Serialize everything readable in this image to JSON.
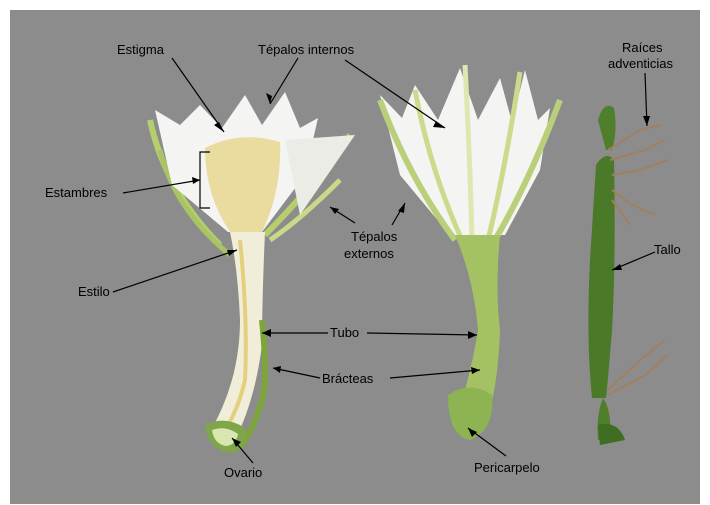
{
  "labels": {
    "estigma": "Estigma",
    "tepalos_internos": "Tépalos internos",
    "raices_1": "Raíces",
    "raices_2": "adventicias",
    "estambres": "Estambres",
    "tepalos_externos_1": "Tépalos",
    "tepalos_externos_2": "externos",
    "tallo": "Tallo",
    "estilo": "Estilo",
    "tubo": "Tubo",
    "bracteas": "Brácteas",
    "ovario": "Ovario",
    "pericarpelo": "Pericarpelo"
  },
  "colors": {
    "background": "#8c8c8c",
    "tepal_white": "#f4f4f2",
    "tepal_green": "#b9cf7a",
    "stamens": "#e9dc9e",
    "stem_green": "#4f7e2c"
  }
}
